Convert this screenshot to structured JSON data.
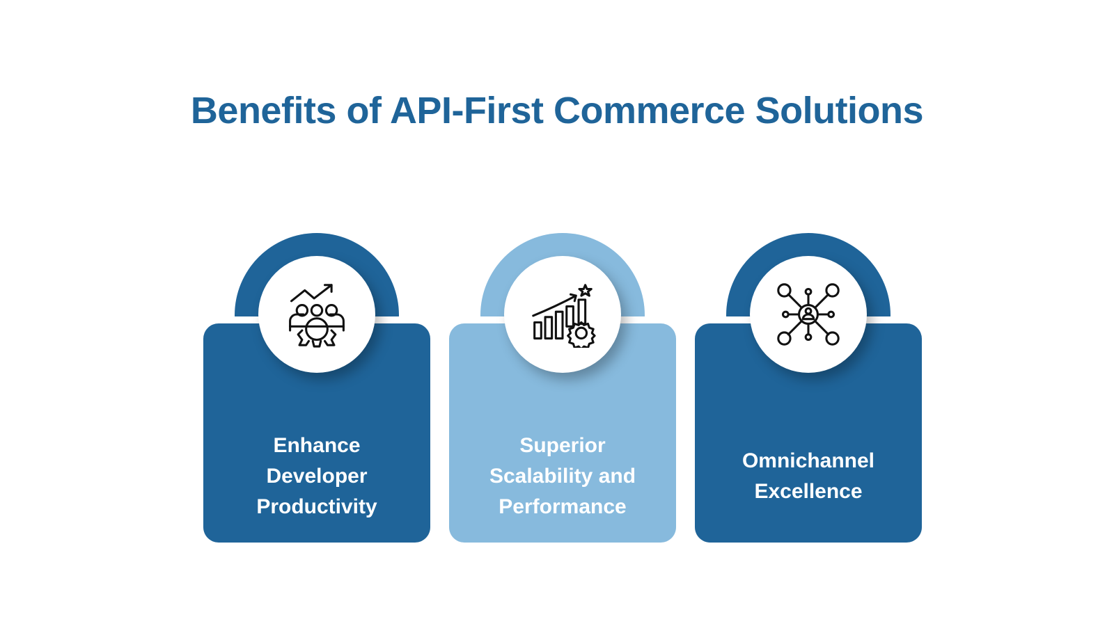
{
  "title": "Benefits of API-First Commerce Solutions",
  "colors": {
    "title": "#1f6499",
    "dark_blue": "#1f6499",
    "light_blue": "#87badd",
    "card_text": "#ffffff",
    "background": "#ffffff"
  },
  "cards": [
    {
      "label": "Enhance Developer Productivity",
      "icon": "team-gear-growth-icon",
      "color": "#1f6499"
    },
    {
      "label": "Superior Scalability and Performance",
      "icon": "bar-chart-gear-star-icon",
      "color": "#87badd"
    },
    {
      "label": "Omnichannel Excellence",
      "icon": "network-hub-user-icon",
      "color": "#1f6499"
    }
  ]
}
